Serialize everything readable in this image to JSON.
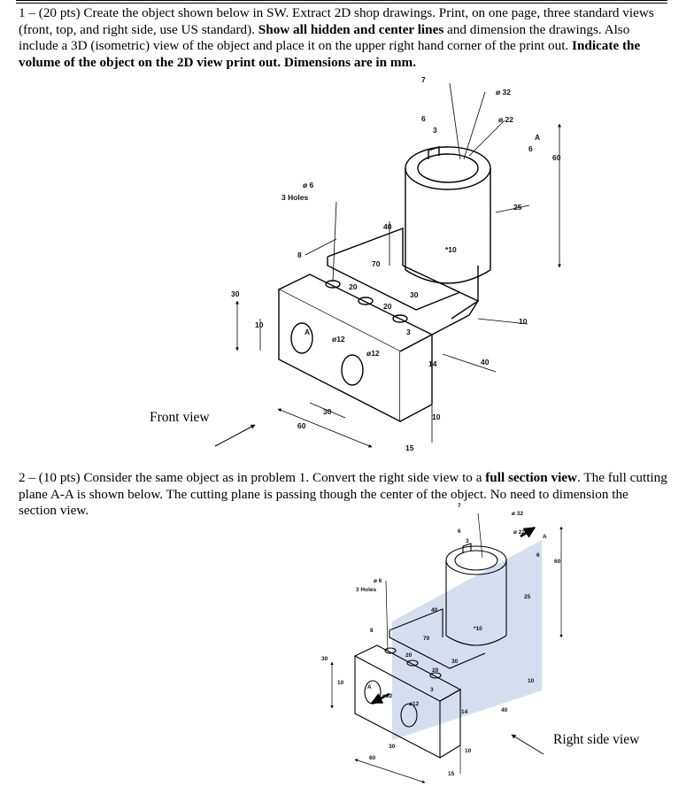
{
  "problem1": {
    "lead": "1 – (20 pts) Create the object shown below in SW. Extract 2D shop drawings. Print, on one page, three standard views (front, top, and right side, use US standard).",
    "bold1": "Show all hidden and center lines",
    "mid": "and dimension the drawings. Also include a 3D (isometric) view of the object and place it on the upper right hand corner of the print out.",
    "bold2": "Indicate the volume of the object on the 2D view print out. Dimensions are in mm."
  },
  "problem2": {
    "lead": "2 – (10 pts) Consider the same object as in problem 1. Convert the right side view to a",
    "bold1": "full section view",
    "rest": ". The full cutting plane A-A is shown below. The cutting plane is passing though the center of the object. No need to dimension the section view."
  },
  "labels": {
    "front_view": "Front view",
    "right_side_view": "Right side view"
  },
  "drawing1": {
    "dims": {
      "d7": "7",
      "phi32": "ø 32",
      "phi22": "ø 22",
      "d6top": "6",
      "d3": "3",
      "A": "A",
      "d6": "6",
      "d60": "60",
      "d25": "25",
      "phi6": "ø 6",
      "holes": "3 Holes",
      "d40": "40",
      "d10r": "*10",
      "d8": "8",
      "d70": "70",
      "d20a": "20",
      "d30a": "30",
      "d20b": "20",
      "d30": "30",
      "d10": "10",
      "A2": "A",
      "phi12a": "ø12",
      "d3b": "3",
      "phi12b": "ø12",
      "d14": "14",
      "d40b": "40",
      "d10b": "10",
      "d30b": "30",
      "d60b": "60",
      "d10c": "10",
      "d15": "15"
    }
  },
  "drawing2": {
    "dims": {
      "d7": "7",
      "phi32": "ø 32",
      "phi22": "ø 22",
      "d6top": "6",
      "d3": "3",
      "A": "A",
      "d6": "6",
      "d60": "60",
      "d25": "25",
      "phi6": "ø 6",
      "holes": "3 Holes",
      "d40": "40",
      "d10r": "*10",
      "d8": "8",
      "d70": "70",
      "d20a": "20",
      "d30a": "30",
      "d20b": "20",
      "d30": "30",
      "d10": "10",
      "A2": "A",
      "phi12a": "ø12",
      "d3b": "3",
      "phi12b": "ø12",
      "d14": "14",
      "d40b": "40",
      "d10b": "10",
      "d30b": "30",
      "d60b": "60",
      "d10c": "10",
      "d15": "15"
    },
    "plane_color": "#c9d6ea"
  }
}
